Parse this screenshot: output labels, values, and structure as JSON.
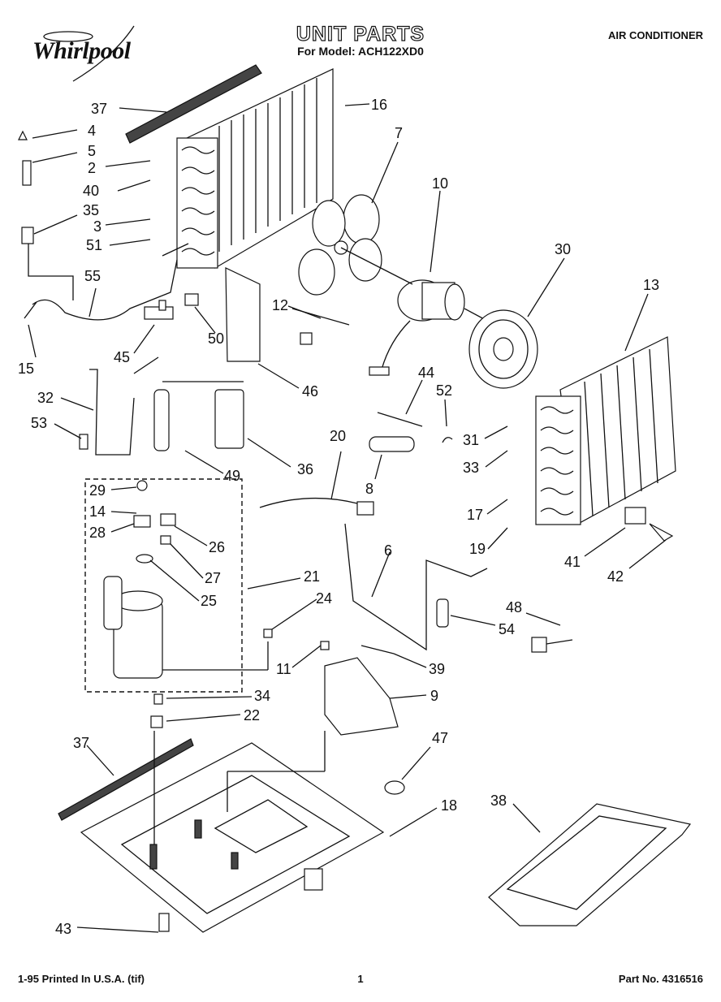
{
  "header": {
    "brand": "Whirlpool",
    "title": "UNIT PARTS",
    "subtitle": "For Model: ACH122XD0",
    "doc_type": "AIR CONDITIONER"
  },
  "footer": {
    "left": "1-95 Printed In U.S.A. (tif)",
    "center": "1",
    "right": "Part No. 4316516"
  },
  "callouts": [
    "37",
    "4",
    "5",
    "2",
    "40",
    "35",
    "3",
    "51",
    "55",
    "15",
    "16",
    "7",
    "10",
    "30",
    "13",
    "12",
    "50",
    "45",
    "46",
    "32",
    "53",
    "49",
    "36",
    "44",
    "52",
    "31",
    "33",
    "17",
    "19",
    "20",
    "8",
    "29",
    "14",
    "28",
    "26",
    "27",
    "25",
    "21",
    "24",
    "11",
    "6",
    "48",
    "54",
    "39",
    "9",
    "34",
    "22",
    "37",
    "47",
    "18",
    "38",
    "43",
    "41",
    "42"
  ]
}
